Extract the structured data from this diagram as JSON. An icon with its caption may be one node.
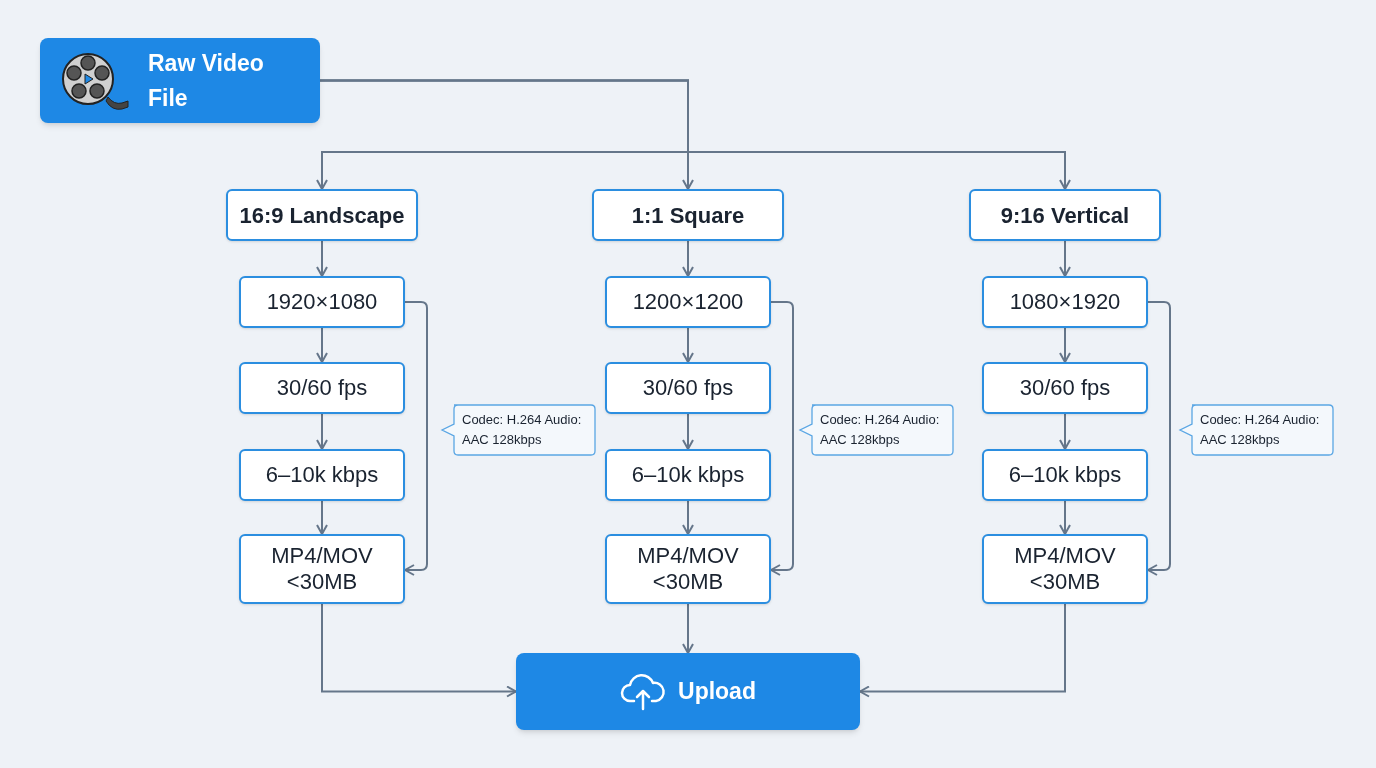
{
  "diagram": {
    "nodes": [
      {
        "text": [
          "Raw Video File"
        ]
      },
      {
        "text": [
          "16:9 Landscape"
        ]
      },
      {
        "text": [
          "1920×1080"
        ]
      },
      {
        "text": [
          "30/60 fps"
        ]
      },
      {
        "text": [
          "6–10k kbps"
        ]
      },
      {
        "text": [
          "MP4/MOV <30MB"
        ]
      },
      {
        "text": [
          "Codec: H.264 Audio: AAC 128kbps"
        ]
      },
      {
        "text": [
          "1:1 Square"
        ]
      },
      {
        "text": [
          "1200×1200"
        ]
      },
      {
        "text": [
          "30/60 fps"
        ]
      },
      {
        "text": [
          "6–10k kbps"
        ]
      },
      {
        "text": [
          "MP4/MOV <30MB"
        ]
      },
      {
        "text": [
          "Codec: H.264 Audio: AAC 128kbps"
        ]
      },
      {
        "text": [
          "9:16 Vertical"
        ]
      },
      {
        "text": [
          "1080×1920"
        ]
      },
      {
        "text": [
          "30/60 fps"
        ]
      },
      {
        "text": [
          "6–10k kbps"
        ]
      },
      {
        "text": [
          "MP4/MOV <30MB"
        ]
      },
      {
        "text": [
          "Codec: H.264 Audio: AAC 128kbps"
        ]
      },
      {
        "text": [
          "Upload"
        ]
      }
    ],
    "edges": [
      {
        "from": 0,
        "to": 1,
        "arrow": "to"
      },
      {
        "from": 0,
        "to": 7,
        "arrow": "to"
      },
      {
        "from": 0,
        "to": 13,
        "arrow": "to"
      },
      {
        "from": 1,
        "to": 2,
        "arrow": "to"
      },
      {
        "from": 2,
        "to": 3,
        "arrow": "to"
      },
      {
        "from": 3,
        "to": 4,
        "arrow": "to"
      },
      {
        "from": 4,
        "to": 5,
        "arrow": "to"
      },
      {
        "from": 2,
        "to": 5,
        "arrow": "to"
      },
      {
        "from": 7,
        "to": 8,
        "arrow": "to"
      },
      {
        "from": 8,
        "to": 9,
        "arrow": "to"
      },
      {
        "from": 9,
        "to": 10,
        "arrow": "to"
      },
      {
        "from": 10,
        "to": 11,
        "arrow": "to"
      },
      {
        "from": 8,
        "to": 11,
        "arrow": "to"
      },
      {
        "from": 13,
        "to": 14,
        "arrow": "to"
      },
      {
        "from": 14,
        "to": 15,
        "arrow": "to"
      },
      {
        "from": 15,
        "to": 16,
        "arrow": "to"
      },
      {
        "from": 16,
        "to": 17,
        "arrow": "to"
      },
      {
        "from": 14,
        "to": 17,
        "arrow": "to"
      },
      {
        "from": 5,
        "to": 19,
        "arrow": "to"
      },
      {
        "from": 11,
        "to": 19,
        "arrow": "to"
      },
      {
        "from": 17,
        "to": 19,
        "arrow": "to"
      }
    ]
  }
}
